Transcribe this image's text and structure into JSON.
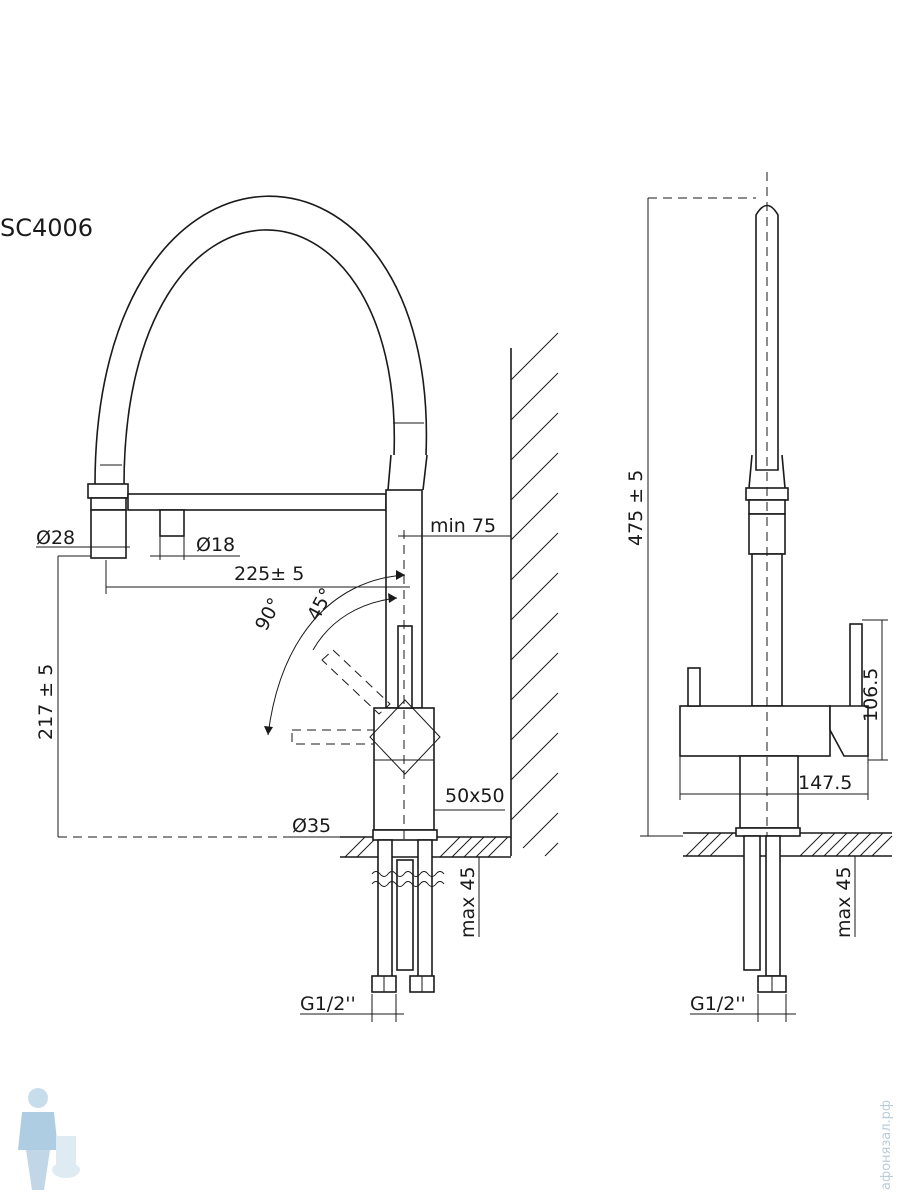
{
  "title": "SC4006",
  "front_view": {
    "dim_spray_head_diameter": "Ø28",
    "dim_aerator_diameter": "Ø18",
    "dim_reach": "225± 5",
    "dim_wall_clearance": "min 75",
    "dim_angle_lever": "90°",
    "dim_angle_swivel": "45°",
    "dim_height_to_outlet": "217 ± 5",
    "dim_base_size": "50x50",
    "dim_base_diameter": "Ø35",
    "dim_max_counter": "max 45",
    "dim_connection": "G1/2''"
  },
  "side_view": {
    "dim_total_height": "475 ± 5",
    "dim_handle_height": "106.5",
    "dim_body_width": "147.5",
    "dim_max_counter": "max 45",
    "dim_connection": "G1/2''"
  },
  "watermark": "афонязал.рф"
}
